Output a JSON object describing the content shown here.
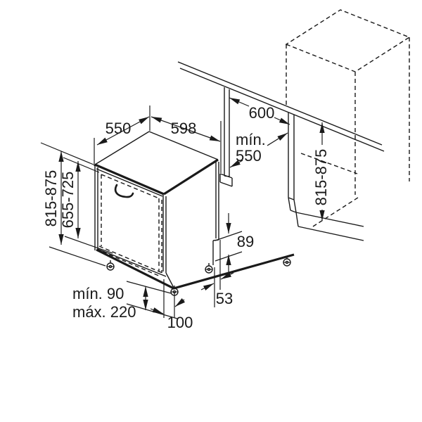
{
  "diagram": {
    "title": "built-in-appliance-installation-dimensions",
    "colors": {
      "line": "#1a1a1a",
      "background": "#ffffff"
    },
    "labels": {
      "top_depth": "550",
      "top_width": "598",
      "niche_width": "600",
      "niche_depth_min_line1": "mín.",
      "niche_depth_min_line2": "550",
      "appliance_height_left": "815-875",
      "door_panel_height": "655-725",
      "niche_height_right": "815-875",
      "base_rear_height": "89",
      "plinth_min": "mín. 90",
      "plinth_max": "máx. 220",
      "rear_foot_offset": "53",
      "front_foot_offset": "100"
    }
  }
}
